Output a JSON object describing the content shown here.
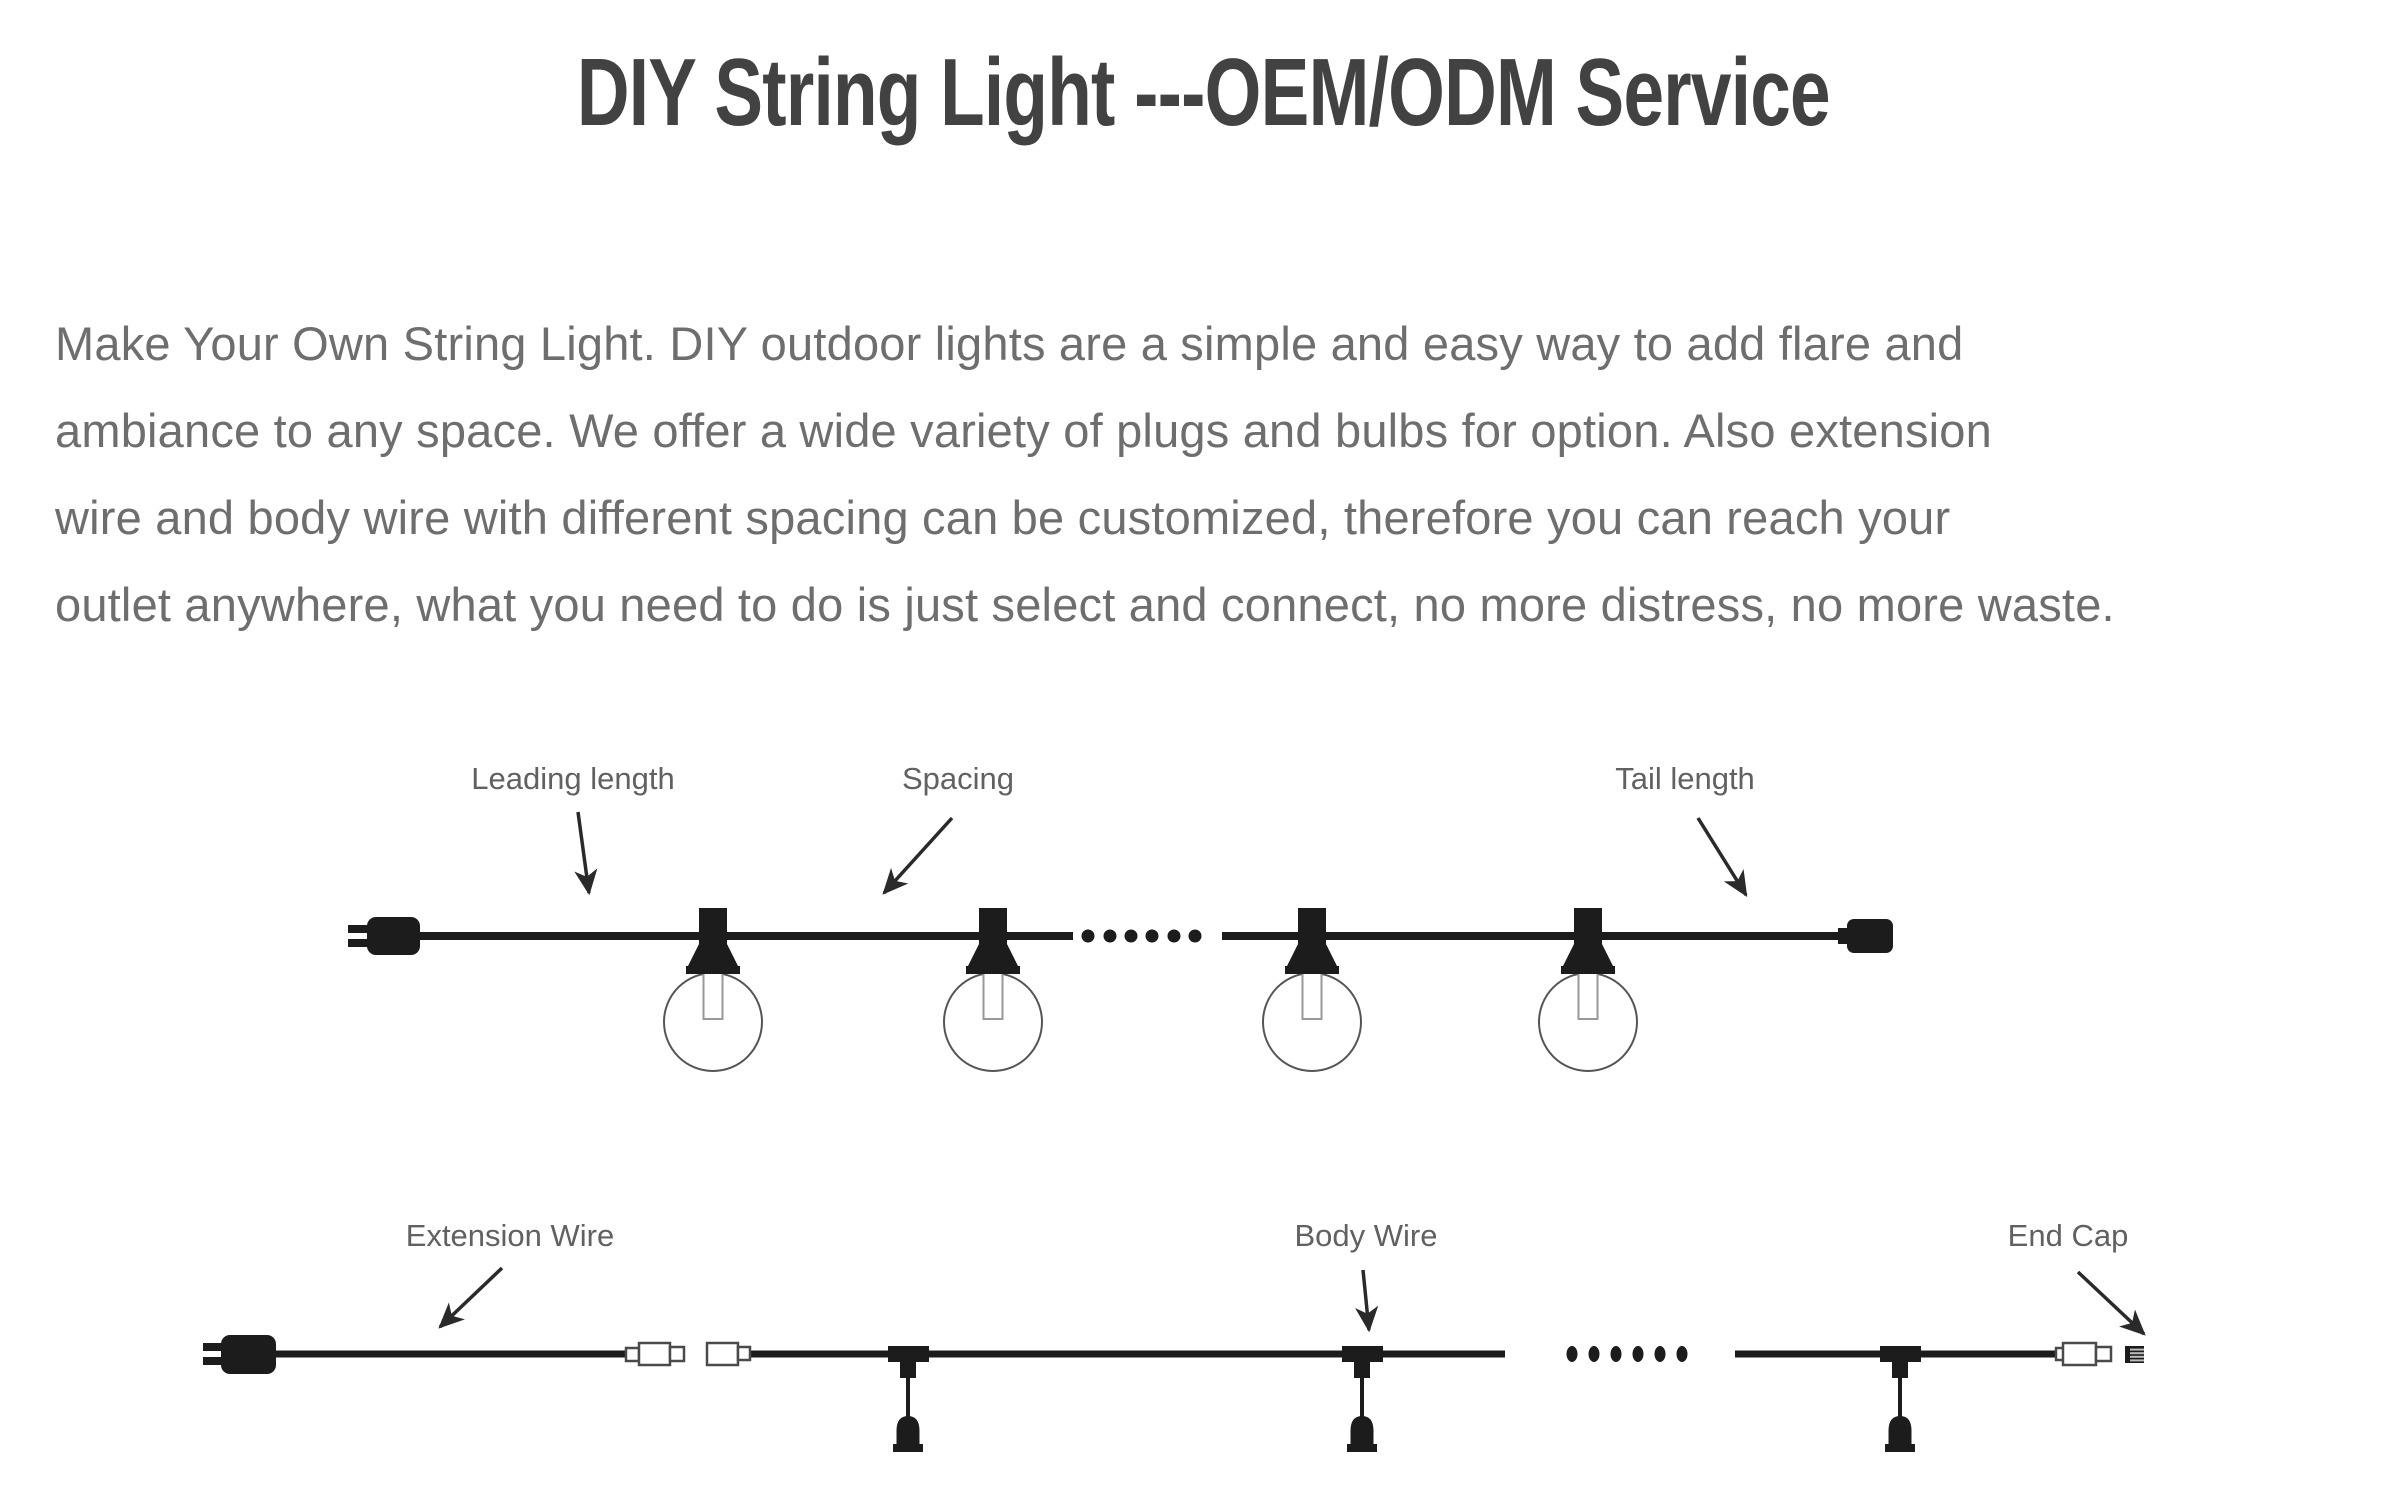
{
  "page": {
    "title": "DIY String Light ---OEM/ODM Service"
  },
  "intro": {
    "lines": [
      "Make Your Own String Light. DIY outdoor lights are a simple and easy way to add flare and",
      "ambiance to any space. We offer a wide variety of plugs and bulbs for option. Also extension",
      "wire and body wire with different spacing can be customized, therefore you can reach your",
      "outlet anywhere, what you need to do is just select and connect, no more distress, no more waste."
    ]
  },
  "string_light_diagram": {
    "labels": {
      "leading_length": "Leading length",
      "spacing": "Spacing",
      "tail_length": "Tail length"
    },
    "bulb_count_shown": 4,
    "continuation_dots": 6
  },
  "wire_diagram": {
    "labels": {
      "extension_wire": "Extension Wire",
      "body_wire": "Body Wire",
      "end_cap": "End Cap"
    },
    "pendant_socket_count_shown": 3,
    "continuation_dots": 6
  },
  "colors": {
    "title_text": "#424242",
    "body_text": "#6e6e6e",
    "label_text": "#616161",
    "diagram_ink": "#1c1c1c",
    "bulb_outline": "#555555",
    "connector_outline": "#4a4a4a"
  }
}
